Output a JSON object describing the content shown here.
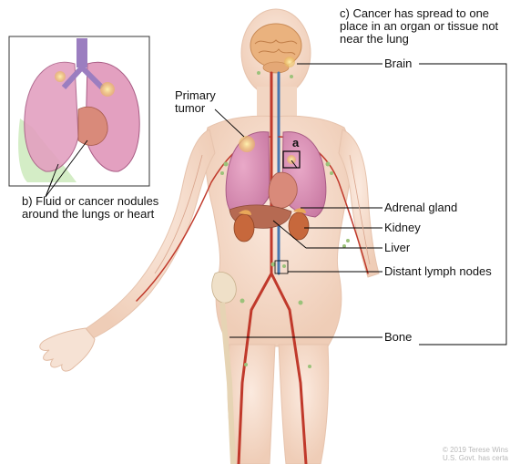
{
  "labels": {
    "c_note": "c) Cancer has spread to one place in an organ or tissue not near the lung",
    "brain": "Brain",
    "primary_tumor": "Primary tumor",
    "a": "a",
    "b_note": "b) Fluid or cancer nodules around the lungs or heart",
    "adrenal": "Adrenal gland",
    "kidney": "Kidney",
    "liver": "Liver",
    "lymph": "Distant lymph nodes",
    "bone": "Bone"
  },
  "copyright": {
    "line1": "© 2019 Terese Wins",
    "line2": "U.S. Govt. has certa"
  },
  "colors": {
    "skin": "#f4dccb",
    "lung": "#d98fb4",
    "inset_fluid": "#c9e8b8",
    "artery": "#c0392b",
    "kidney": "#c0663a",
    "tumor": "#f0c56a",
    "brain": "#e8b27a"
  }
}
